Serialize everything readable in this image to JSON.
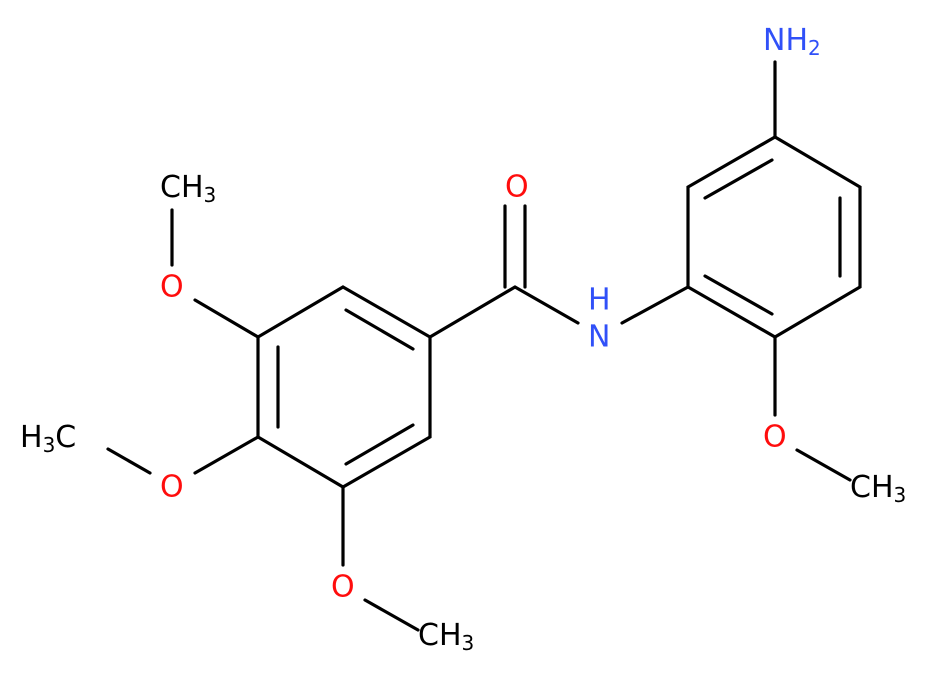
{
  "molecule": {
    "atoms": {
      "carbonyl_o": {
        "text": "O",
        "color": "#FF0D0D"
      },
      "amide_n": {
        "text": "N",
        "color": "#3050F8"
      },
      "amide_h": {
        "text": "H",
        "color": "#3050F8"
      },
      "amine": {
        "text": "NH",
        "sub": "2",
        "color": "#3050F8"
      },
      "ome_right_o": {
        "text": "O",
        "color": "#FF0D0D"
      },
      "ome_right_c": {
        "text": "CH",
        "sub": "3",
        "color": "#000000"
      },
      "ome_top_o": {
        "text": "O",
        "color": "#FF0D0D"
      },
      "ome_top_c": {
        "text": "CH",
        "sub": "3",
        "color": "#000000"
      },
      "ome_mid_o": {
        "text": "O",
        "color": "#FF0D0D"
      },
      "ome_mid_c_h": {
        "text": "H",
        "sub": "3",
        "tail": "C",
        "color": "#000000"
      },
      "ome_bot_o": {
        "text": "O",
        "color": "#FF0D0D"
      },
      "ome_bot_c": {
        "text": "CH",
        "sub": "3",
        "color": "#000000"
      }
    }
  }
}
